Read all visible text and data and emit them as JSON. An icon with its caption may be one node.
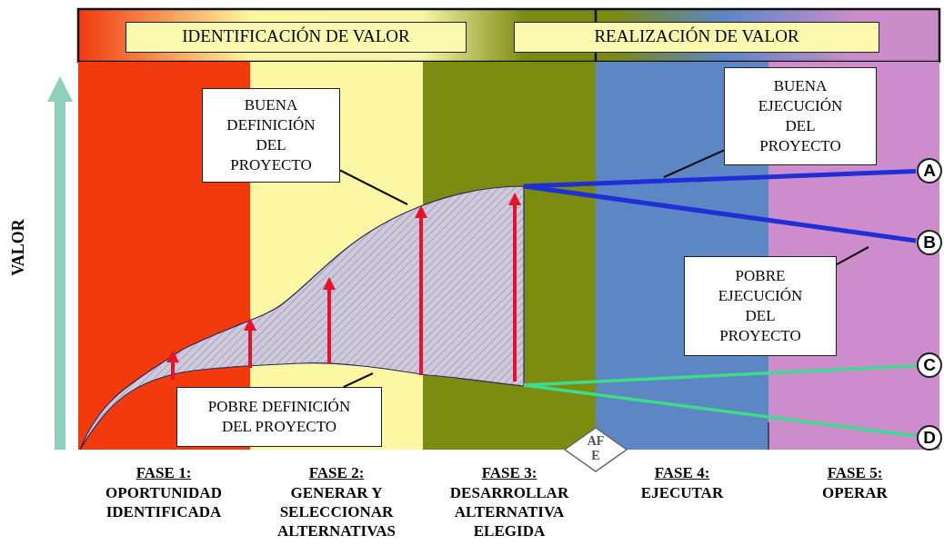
{
  "diagram": {
    "nodes": [
      {
        "text": [
          "IDENTIFICACIÓN DE VALOR"
        ]
      },
      {
        "text": [
          "REALIZACIÓN DE VALOR"
        ]
      },
      {
        "text": [
          "BUENA DEFINICIÓN DEL PROYECTO"
        ]
      },
      {
        "text": [
          "BUENA EJECUCIÓN DEL PROYECTO"
        ]
      },
      {
        "text": [
          "POBRE EJECUCIÓN DEL PROYECTO"
        ]
      },
      {
        "text": [
          "POBRE DEFINICIÓN DEL PROYECTO"
        ]
      },
      {
        "text": [
          "A"
        ]
      },
      {
        "text": [
          "B"
        ]
      },
      {
        "text": [
          "C"
        ]
      },
      {
        "text": [
          "D"
        ]
      },
      {
        "text": [
          "AF E"
        ]
      },
      {
        "text": [],
        "shape": "band"
      }
    ],
    "edges": [
      {
        "from": 2,
        "to": 11,
        "arrow": "none"
      },
      {
        "from": 3,
        "to": null,
        "arrow": "none"
      },
      {
        "from": 4,
        "to": null,
        "arrow": "none"
      },
      {
        "from": 5,
        "to": 11,
        "arrow": "none"
      },
      {
        "from": 11,
        "to": 6,
        "arrow": "none",
        "style": "thick",
        "color": "#1f2fd6"
      },
      {
        "from": 11,
        "to": 7,
        "arrow": "none",
        "style": "thick",
        "color": "#1f2fd6"
      },
      {
        "from": 11,
        "to": 8,
        "arrow": "none",
        "color": "#3ddc8a"
      },
      {
        "from": 11,
        "to": 9,
        "arrow": "none",
        "color": "#3ddc8a"
      }
    ],
    "labels": [
      "VALOR",
      "FASE 1:",
      "OPORTUNIDAD IDENTIFICADA",
      "FASE 2:",
      "GENERAR Y SELECCIONAR ALTERNATIVAS",
      "FASE 3:",
      "DESARROLLAR ALTERNATIVA ELEGIDA",
      "FASE 4:",
      "EJECUTAR",
      "FASE 5:",
      "OPERAR"
    ]
  }
}
